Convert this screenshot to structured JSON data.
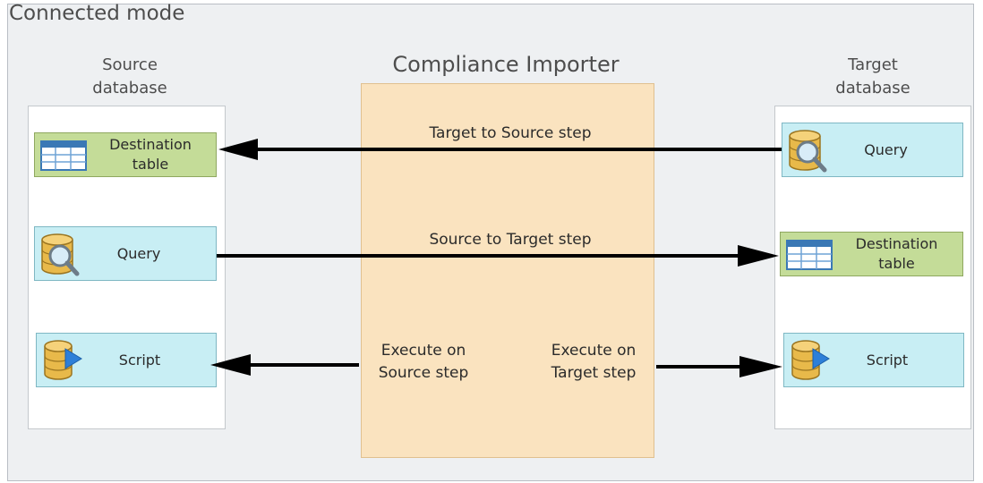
{
  "mode_title": "Connected mode",
  "source": {
    "label": "Source\ndatabase"
  },
  "target": {
    "label": "Target\ndatabase"
  },
  "importer": {
    "title": "Compliance Importer"
  },
  "boxes": {
    "source_destination_table": "Destination\ntable",
    "source_query": "Query",
    "source_script": "Script",
    "target_query": "Query",
    "target_destination_table": "Destination\ntable",
    "target_script": "Script"
  },
  "steps": {
    "target_to_source": "Target to Source step",
    "source_to_target": "Source to Target step",
    "execute_on_source": "Execute on\nSource step",
    "execute_on_target": "Execute on\nTarget step"
  },
  "icons": {
    "table": "table-grid-icon",
    "query": "database-search-icon",
    "script": "database-run-icon"
  },
  "colors": {
    "query_box": "#c8eef4",
    "destination_box": "#c4dc98",
    "importer": "#fae3bf"
  }
}
